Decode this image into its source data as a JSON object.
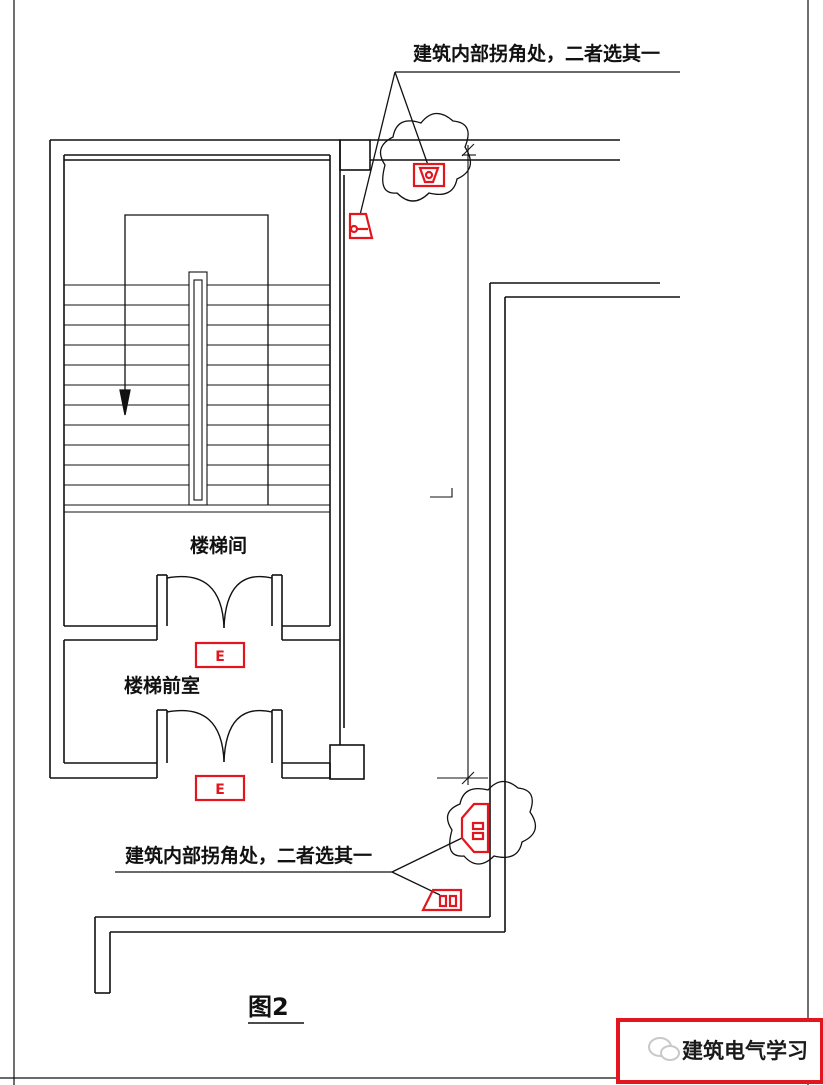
{
  "labels": {
    "corner_note_top": "建筑内部拐角处，二者选其一",
    "corner_note_bottom": "建筑内部拐角处，二者选其一",
    "stair_hall": "楼梯间",
    "stair_lobby": "楼梯前室",
    "exit_sign_1": "E",
    "exit_sign_2": "E",
    "figure_caption": "图2",
    "badge_text": "建筑电气学习"
  },
  "colors": {
    "line": "#111111",
    "accent": "#e3161f"
  },
  "icons": [
    "evacuation-sign-icon",
    "exit-sign-icon",
    "wechat-logo-icon"
  ]
}
